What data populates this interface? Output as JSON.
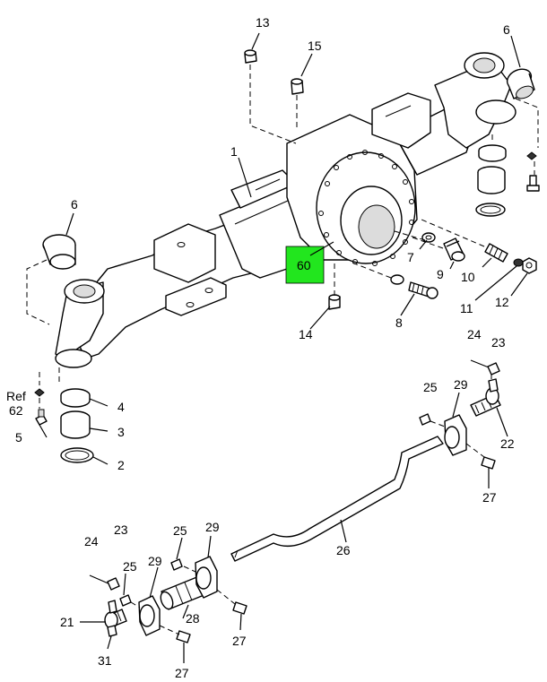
{
  "highlight": {
    "label": "60",
    "color": "#22e61e"
  },
  "callouts": {
    "c13": "13",
    "c15": "15",
    "c6a": "6",
    "c1": "1",
    "c6b": "6",
    "c7": "7",
    "c9": "9",
    "c10": "10",
    "c11": "11",
    "c12": "12",
    "c8": "8",
    "c14": "14",
    "ref_word": "Ref",
    "ref_num": "62",
    "c5": "5",
    "c4": "4",
    "c3": "3",
    "c2": "2",
    "c24a": "24",
    "c23a": "23",
    "c25a": "25",
    "c29a": "29",
    "c22": "22",
    "c27a": "27",
    "c26": "26",
    "c23b": "23",
    "c24b": "24",
    "c25b": "25",
    "c29b": "29",
    "c25c": "25",
    "c29c": "29",
    "c21": "21",
    "c28": "28",
    "c31": "31",
    "c27b": "27",
    "c27c": "27"
  }
}
